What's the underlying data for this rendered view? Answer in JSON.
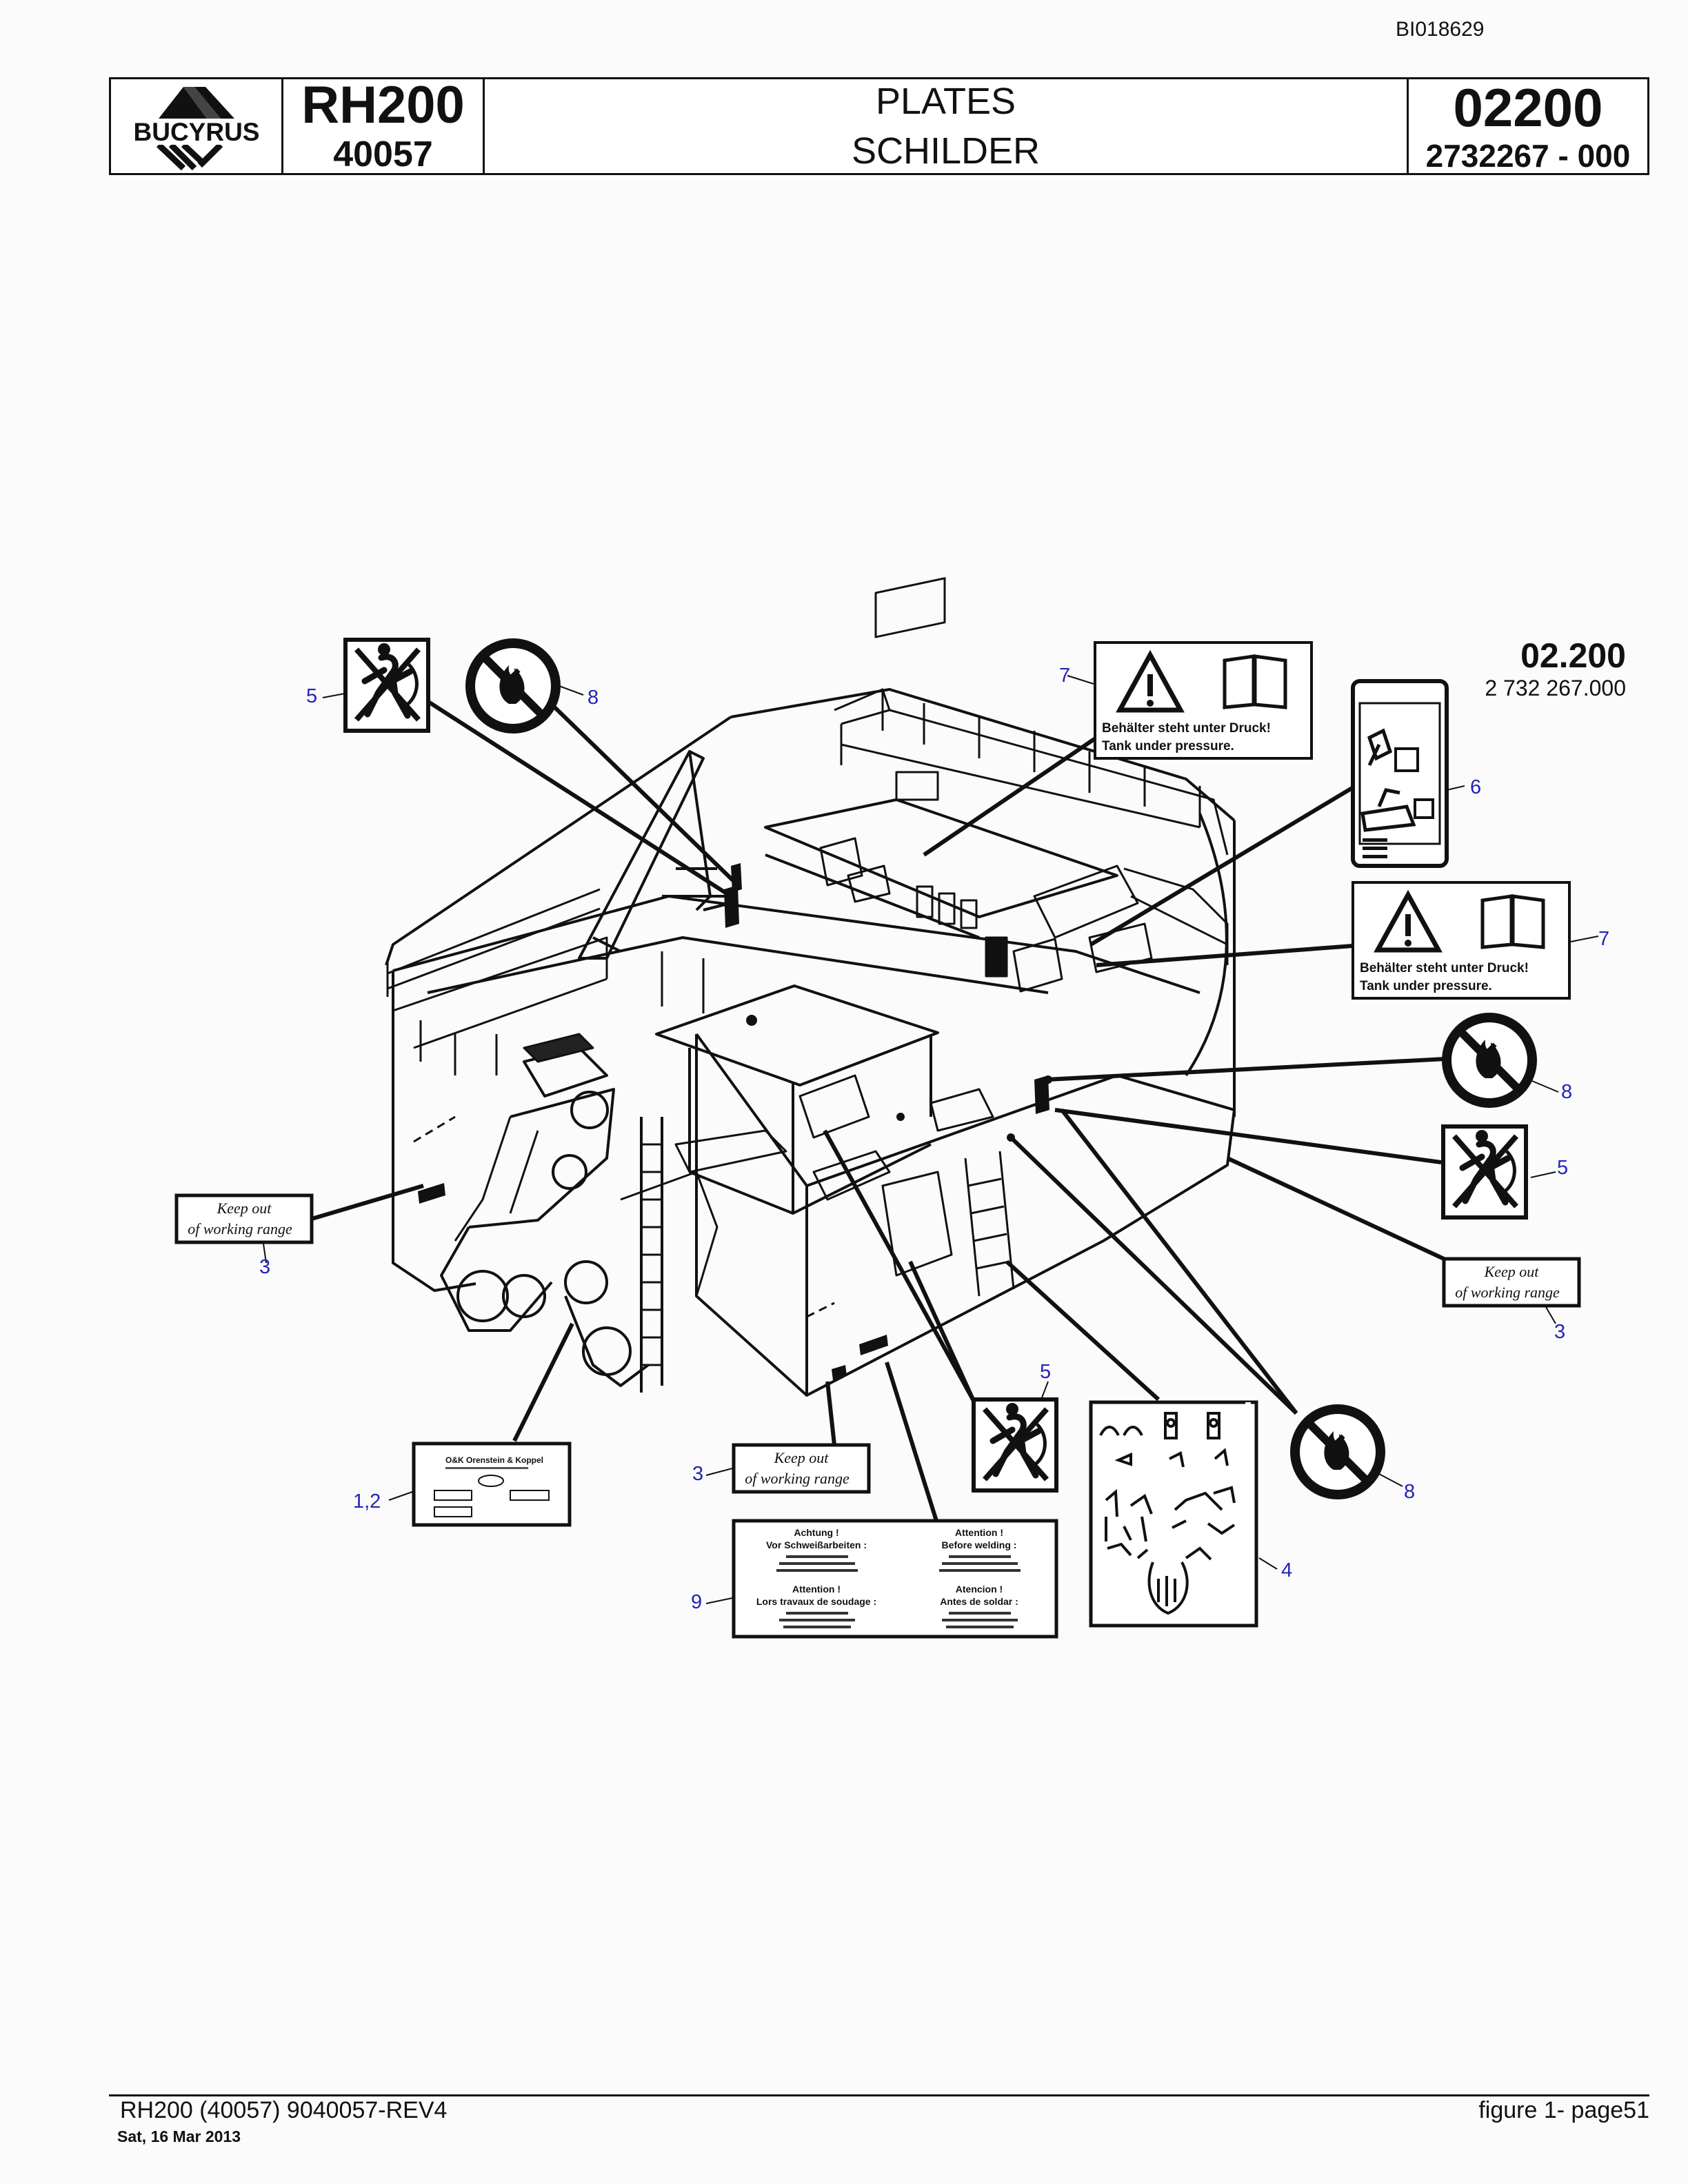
{
  "doc_id": "BI018629",
  "title_block": {
    "logo_text": "BUCYRUS",
    "model": "RH200",
    "serial": "40057",
    "title_en": "PLATES",
    "title_de": "SCHILDER",
    "group_number": "02200",
    "part_number": "2732267 - 000"
  },
  "figure": {
    "code": "02.200",
    "code_sub": "2 732 267.000",
    "callouts": [
      {
        "label": "5"
      },
      {
        "label": "8"
      },
      {
        "label": "7"
      },
      {
        "label": "6"
      },
      {
        "label": "7"
      },
      {
        "label": "8"
      },
      {
        "label": "5"
      },
      {
        "label": "3"
      },
      {
        "label": "3"
      },
      {
        "label": "3"
      },
      {
        "label": "5"
      },
      {
        "label": "8"
      },
      {
        "label": "4"
      },
      {
        "label": "1,2"
      },
      {
        "label": "9"
      }
    ],
    "signs": {
      "pressure_de": "Behälter steht unter Druck!",
      "pressure_en": "Tank under pressure.",
      "keep_out_1": "Keep out",
      "keep_out_2": "of working range",
      "plate_heading": "O&K  Orenstein & Koppel",
      "weld_1_head": "Achtung !",
      "weld_1_sub": "Vor Schweißarbeiten :",
      "weld_2_head": "Attention !",
      "weld_2_sub": "Before welding :",
      "weld_3_head": "Attention !",
      "weld_3_sub": "Lors travaux de soudage :",
      "weld_4_head": "Atencion !",
      "weld_4_sub": "Antes de soldar :"
    }
  },
  "footer": {
    "left": "RH200 (40057) 9040057-REV4",
    "date": "Sat, 16 Mar 2013",
    "right": "figure  1- page51"
  },
  "colors": {
    "callout": "#2323b8",
    "ink": "#111111"
  }
}
